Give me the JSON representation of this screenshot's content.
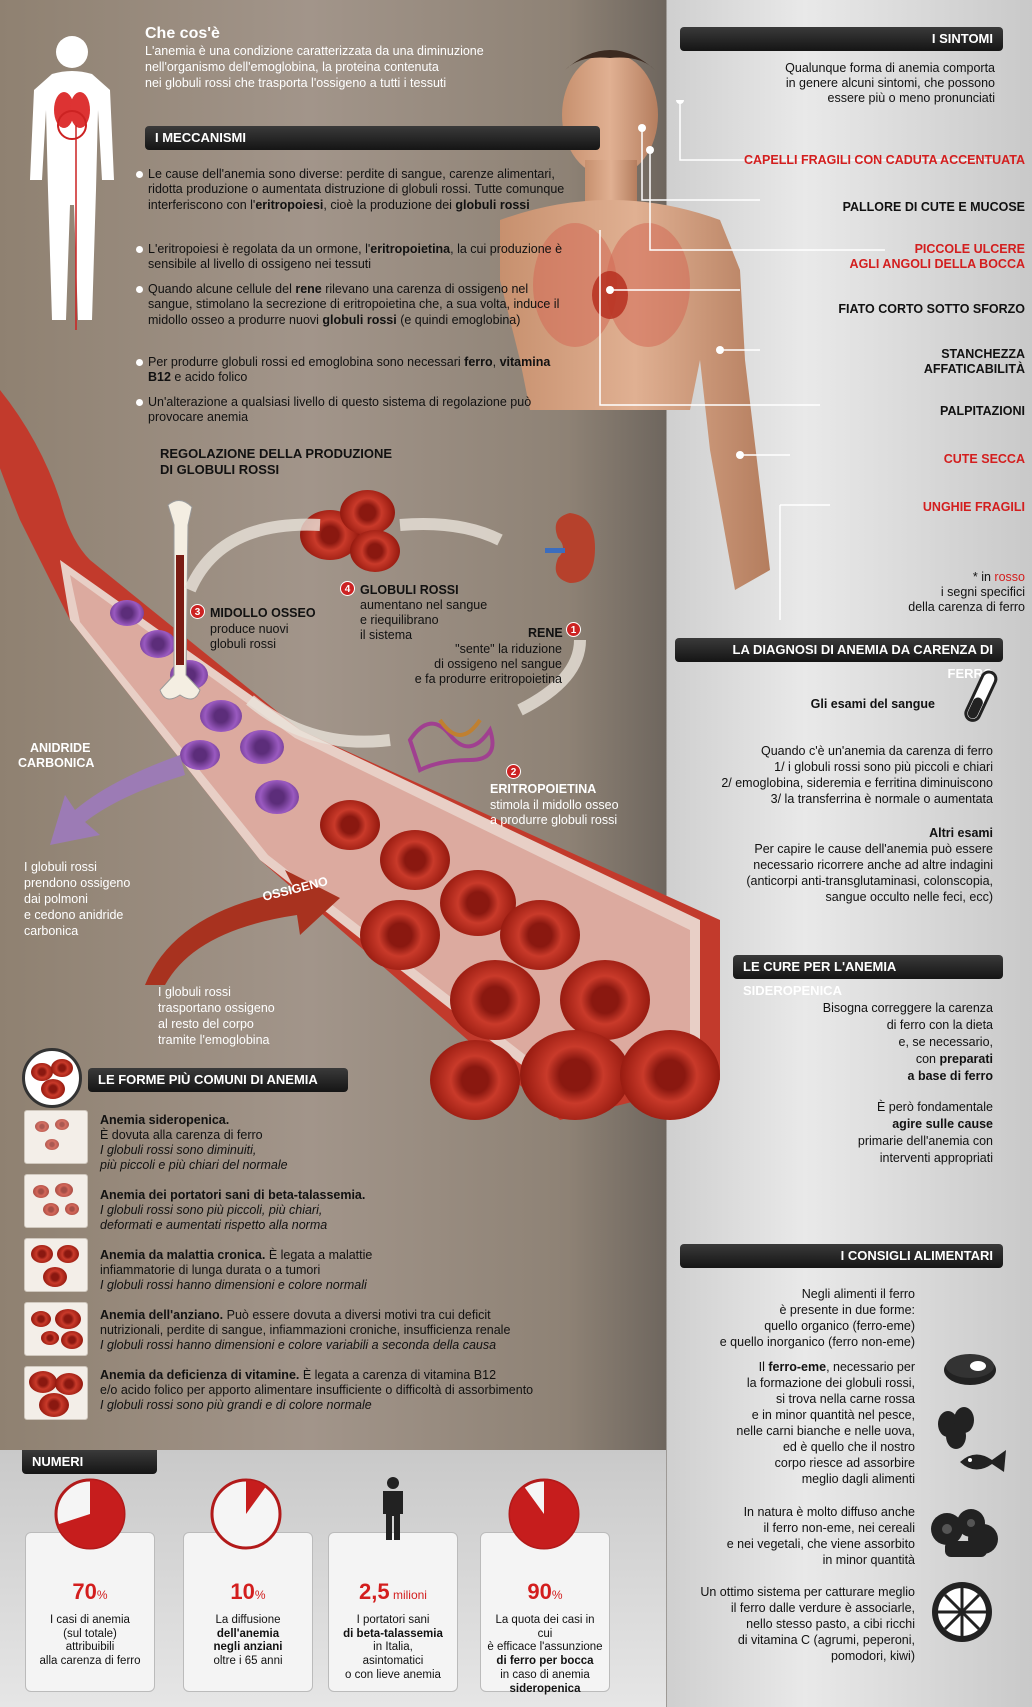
{
  "intro": {
    "title": "Che cos'è",
    "lines": [
      "L'anemia è una condizione caratterizzata da una diminuzione",
      "nell'organismo dell'emoglobina, la proteina contenuta",
      "nei globuli rossi che trasporta l'ossigeno a tutti i tessuti"
    ]
  },
  "mechanisms": {
    "header": "I MECCANISMI",
    "bullets": [
      {
        "parts": [
          "Le cause dell'anemia  sono diverse: perdite di sangue, carenze alimentari, ridotta produzione o aumentata distruzione di globuli rossi. Tutte comunque interferiscono con l'",
          "eritropoiesi",
          ", cioè la produzione dei ",
          "globuli rossi",
          ""
        ]
      },
      {
        "parts": [
          "L'eritropoiesi è regolata da un ormone, l'",
          "eritropoietina",
          ", la cui produzione è sensibile al livello di ossigeno nei tessuti",
          "",
          ""
        ]
      },
      {
        "parts": [
          "Quando alcune cellule del ",
          "rene",
          " rilevano una carenza di ossigeno nel sangue, stimolano la secrezione di eritropoietina che, a sua volta, induce il midollo osseo a produrre nuovi ",
          "globuli rossi",
          " (e quindi emoglobina)"
        ]
      },
      {
        "parts": [
          "Per produrre globuli rossi ed emoglobina sono necessari ",
          "ferro",
          ", ",
          "vitamina B12",
          " e acido folico"
        ]
      },
      {
        "parts": [
          "Un'alterazione a qualsiasi  livello di questo sistema di regolazione può provocare anemia",
          "",
          "",
          "",
          ""
        ]
      }
    ]
  },
  "regulation": {
    "title_l1": "REGOLAZIONE DELLA PRODUZIONE",
    "title_l2": "DI GLOBULI ROSSI",
    "step1": {
      "num": "1",
      "title": "RENE",
      "text1": "\"sente\" la riduzione",
      "text2": "di ossigeno nel sangue",
      "text3": "e fa produrre eritropoietina"
    },
    "step2": {
      "num": "2",
      "title": "ERITROPOIETINA",
      "text1": "stimola il midollo osseo",
      "text2": "a produrre globuli rossi"
    },
    "step3": {
      "num": "3",
      "title": "MIDOLLO OSSEO",
      "text1": "produce nuovi",
      "text2": "globuli rossi"
    },
    "step4": {
      "num": "4",
      "title": "GLOBULI ROSSI",
      "text1": "aumentano nel sangue",
      "text2": "e riequilibrano",
      "text3": "il sistema"
    }
  },
  "vessel": {
    "co2_l1": "ANIDRIDE",
    "co2_l2": "CARBONICA",
    "co2_text": [
      "I globuli rossi",
      "prendono ossigeno",
      "dai polmoni",
      "e cedono anidride",
      "carbonica"
    ],
    "o2_label": "OSSIGENO",
    "o2_text": [
      "I globuli rossi",
      "trasportano ossigeno",
      "al resto del corpo",
      "tramite l'emoglobina"
    ]
  },
  "forms": {
    "header": "LE FORME PIÙ COMUNI DI ANEMIA",
    "items": [
      {
        "name": "Anemia sideropenica.",
        "desc": "È dovuta alla carenza di ferro",
        "it1": "I globuli rossi sono diminuiti,",
        "it2": "più piccoli e più chiari del normale"
      },
      {
        "name": "Anemia dei portatori sani di beta-talassemia.",
        "desc": "",
        "it1": "I globuli rossi sono più piccoli, più chiari,",
        "it2": "deformati e aumentati rispetto alla norma"
      },
      {
        "name": "Anemia da malattia cronica.",
        "desc": " È legata a malattie",
        "desc2": "infiammatorie di lunga durata o a tumori",
        "it1": "I globuli rossi hanno dimensioni e colore normali",
        "it2": ""
      },
      {
        "name": "Anemia dell'anziano.",
        "desc": " Può essere dovuta a diversi motivi  tra cui deficit",
        "desc2": "nutrizionali, perdite di sangue, infiammazioni  croniche, insufficienza renale",
        "it1": "I globuli rossi hanno dimensioni e colore variabili a seconda della causa",
        "it2": ""
      },
      {
        "name": "Anemia da deficienza di vitamine.",
        "desc": " È legata a carenza di vitamina B12",
        "desc2": "e/o acido folico per apporto alimentare insufficiente o difficoltà  di assorbimento",
        "it1": "I globuli rossi sono più grandi e di colore normale",
        "it2": ""
      }
    ]
  },
  "numbers": {
    "header": "NUMERI",
    "stats": [
      {
        "value": "70",
        "unit": "%",
        "lines": [
          "I casi di anemia",
          "(sul totale)",
          "attribuibili",
          "alla carenza di ferro"
        ],
        "pct": 70
      },
      {
        "value": "10",
        "unit": "%",
        "lines": [
          "La diffusione",
          "dell'anemia",
          "negli anziani",
          "oltre i 65 anni"
        ],
        "pct": 10
      },
      {
        "value": "2,5",
        "unit": " milioni",
        "lines": [
          "I portatori sani",
          "di beta-talassemia",
          "in Italia,",
          "asintomatici",
          "o con lieve anemia"
        ]
      },
      {
        "value": "90",
        "unit": "%",
        "lines": [
          "La quota dei casi in cui",
          "è efficace l'assunzione",
          "di ferro per bocca",
          "in caso di anemia",
          "sideropenica"
        ],
        "pct": 90
      }
    ]
  },
  "symptoms": {
    "header": "I SINTOMI",
    "intro": [
      "Qualunque forma di anemia comporta",
      "in genere alcuni sintomi, che possono",
      "essere più o meno pronunciati"
    ],
    "items": [
      {
        "text": "CAPELLI FRAGILI CON CADUTA ACCENTUATA",
        "red": true
      },
      {
        "text": "PALLORE DI CUTE E MUCOSE",
        "red": false
      },
      {
        "text": "PICCOLE ULCERE",
        "text2": "AGLI ANGOLI DELLA BOCCA",
        "red": true
      },
      {
        "text": "FIATO CORTO SOTTO SFORZO",
        "red": false
      },
      {
        "text": "STANCHEZZA",
        "text2": "AFFATICABILITÀ",
        "red": false
      },
      {
        "text": "PALPITAZIONI",
        "red": false
      },
      {
        "text": "CUTE SECCA",
        "red": true
      },
      {
        "text": "UNGHIE FRAGILI",
        "red": true
      }
    ],
    "note_a": "* in ",
    "note_b": "rosso",
    "note_l2": "i segni specifici",
    "note_l3": "della carenza di ferro"
  },
  "diagnosis": {
    "header": "LA DIAGNOSI DI ANEMIA DA CARENZA DI FERRO",
    "blood_title": "Gli esami del sangue",
    "lines": [
      "Quando c'è un'anemia da carenza di ferro",
      "1/ i globuli rossi sono più piccoli e chiari",
      "2/ emoglobina, sideremia e ferritina diminuiscono",
      "3/ la transferrina è normale o aumentata"
    ],
    "other_title": "Altri esami",
    "other_lines": [
      "Per capire le cause dell'anemia può essere",
      "necessario ricorrere anche ad altre indagini",
      "(anticorpi anti-transglutaminasi, colonscopia,",
      "sangue occulto nelle feci, ecc)"
    ]
  },
  "cures": {
    "header": "LE CURE PER L'ANEMIA SIDEROPENICA",
    "l1": "Bisogna correggere la carenza",
    "l2": "di ferro con la dieta",
    "l3": "e, se necessario,",
    "l4a": "con ",
    "l4b": "preparati",
    "l5": "a base di ferro",
    "l6": "È però fondamentale",
    "l7": "agire sulle cause",
    "l8": "primarie dell'anemia con",
    "l9": "interventi appropriati"
  },
  "food": {
    "header": "I CONSIGLI ALIMENTARI",
    "p1": [
      "Negli alimenti il ferro",
      "è presente in due forme:",
      "quello organico (ferro-eme)",
      "e quello inorganico (ferro non-eme)"
    ],
    "p2a": "Il ",
    "p2b": "ferro-eme",
    ", necessario per": "",
    "p2c": ", necessario per",
    "p2": [
      "la formazione dei globuli rossi,",
      "si trova nella carne rossa",
      "e in minor quantità nel pesce,",
      "nelle carni bianche e nelle uova,",
      "ed è quello che il nostro",
      "corpo riesce ad assorbire",
      "meglio dagli alimenti"
    ],
    "p3": [
      "In natura è molto diffuso anche",
      "il ferro non-eme, nei cereali",
      "e nei vegetali, che viene assorbito",
      "in minor quantità"
    ],
    "p4": [
      "Un ottimo sistema per catturare meglio",
      "il ferro  dalle verdure è associarle,",
      "nello stesso pasto, a cibi ricchi",
      "di vitamina C (agrumi, peperoni,",
      "pomodori, kiwi)"
    ]
  }
}
